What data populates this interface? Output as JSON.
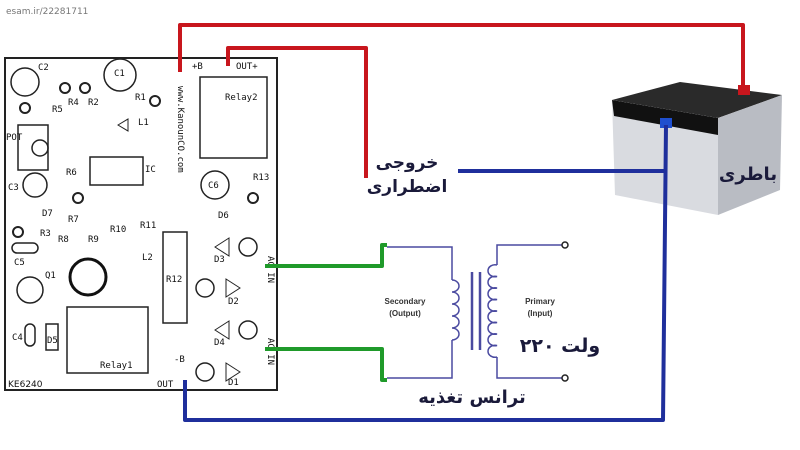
{
  "watermark": "esam.ir/22281711",
  "pcb": {
    "model": "KE6240",
    "website": "www.KanounCO.com",
    "terminals": {
      "plus_b": "+B",
      "out_plus": "OUT+",
      "minus_b": "-B",
      "out": "OUT",
      "ac_in_1": "AC IN",
      "ac_in_2": "AC IN"
    },
    "components": [
      "C2",
      "C1",
      "R5",
      "R4",
      "R2",
      "R1",
      "L1",
      "POT",
      "IC",
      "R6",
      "C3",
      "D7",
      "R7",
      "R3",
      "R8",
      "R9",
      "R10",
      "R11",
      "L2",
      "C5",
      "Q1",
      "C4",
      "D5",
      "Relay1",
      "Relay2",
      "C6",
      "R13",
      "D6",
      "R12",
      "D3",
      "D2",
      "D4",
      "D1"
    ]
  },
  "labels": {
    "emergency_output_line1": "خروجی",
    "emergency_output_line2": "اضطراری",
    "battery": "باطری",
    "secondary": "Secondary",
    "secondary_sub": "(Output)",
    "primary": "Primary",
    "primary_sub": "(Input)",
    "voltage": "۲۲۰ ولت",
    "transformer": "ترانس تغذیه"
  },
  "colors": {
    "positive_wire": "#c8161d",
    "negative_wire": "#1f2f9c",
    "ac_wire": "#1f9a2a",
    "schematic": "#4a4aa0"
  }
}
